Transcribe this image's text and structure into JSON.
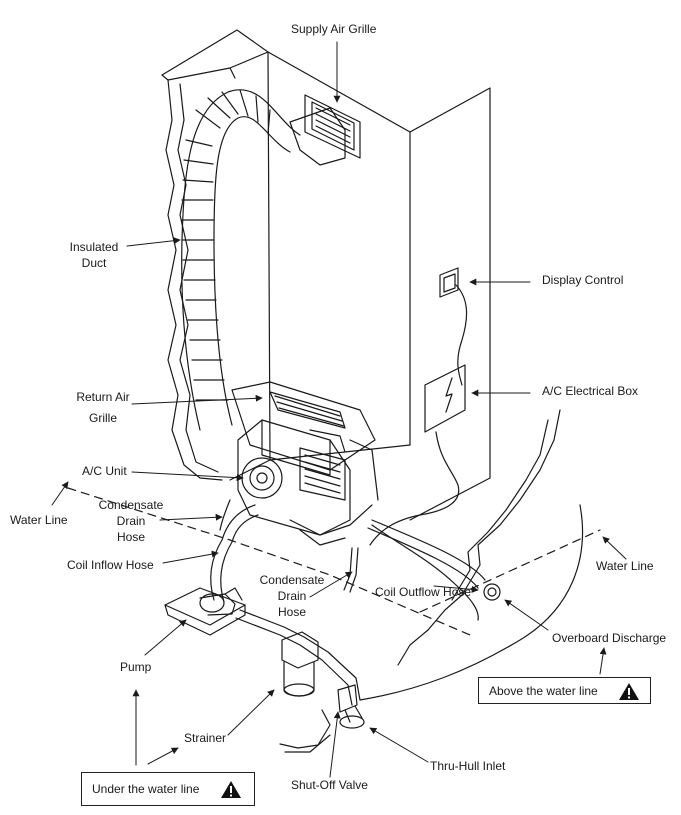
{
  "labels": {
    "supply_air_grille": "Supply Air Grille",
    "insulated_duct_1": "Insulated",
    "insulated_duct_2": "Duct",
    "display_control": "Display Control",
    "return_air_grille_1": "Return Air",
    "return_air_grille_2": "Grille",
    "ac_electrical_box": "A/C Electrical Box",
    "ac_unit": "A/C Unit",
    "water_line_left": "Water Line",
    "condensate_drain_hose_upper_1": "Condensate",
    "condensate_drain_hose_upper_2": "Drain",
    "condensate_drain_hose_upper_3": "Hose",
    "coil_inflow_hose": "Coil Inflow Hose",
    "condensate_drain_hose_lower_1": "Condensate",
    "condensate_drain_hose_lower_2": "Drain",
    "condensate_drain_hose_lower_3": "Hose",
    "coil_outflow_hose": "Coil Outflow Hose",
    "water_line_right": "Water Line",
    "overboard_discharge": "Overboard Discharge",
    "pump": "Pump",
    "strainer": "Strainer",
    "thru_hull_inlet": "Thru-Hull Inlet",
    "shut_off_valve": "Shut-Off Valve"
  },
  "callouts": {
    "above_water_line": "Above the water line",
    "under_water_line": "Under the water line"
  },
  "icons": {
    "warning": "warning-triangle-icon"
  },
  "colors": {
    "line": "#1a1a1a",
    "warning_fill": "#111111"
  }
}
